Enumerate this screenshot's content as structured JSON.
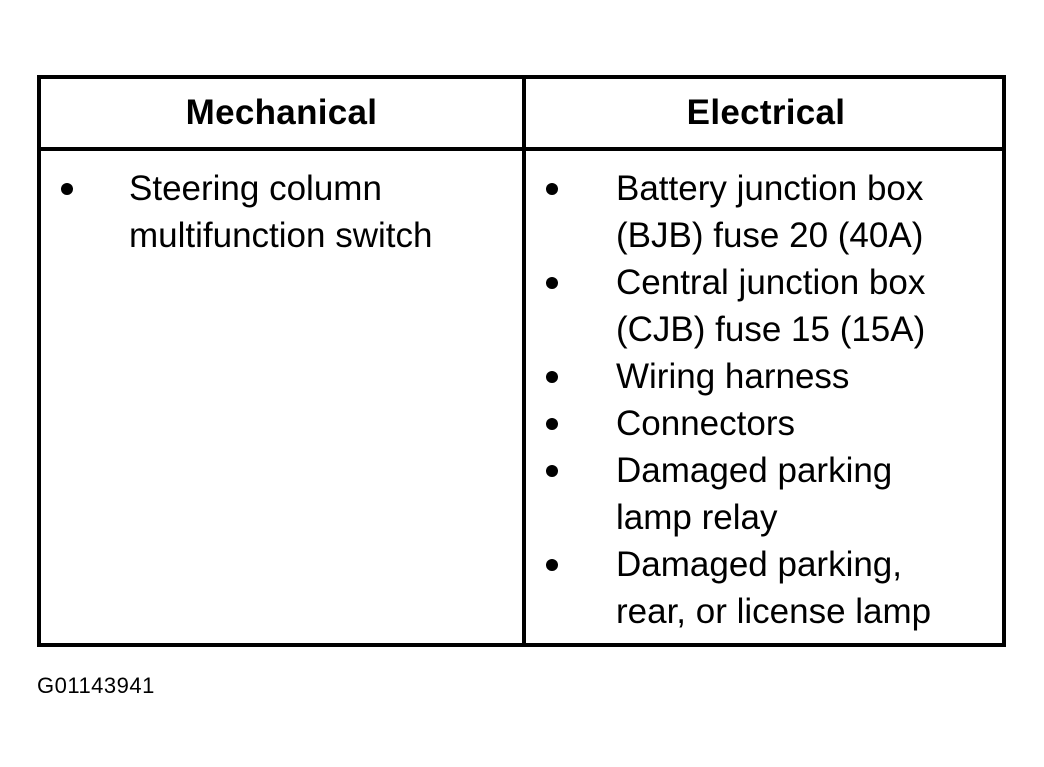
{
  "table": {
    "headers": {
      "mechanical": "Mechanical",
      "electrical": "Electrical"
    },
    "mechanical_items": [
      {
        "lines": [
          "Steering column",
          "multifunction switch"
        ]
      }
    ],
    "electrical_items": [
      {
        "lines": [
          "Battery junction box",
          "(BJB) fuse 20 (40A)"
        ]
      },
      {
        "lines": [
          "Central junction box",
          "(CJB) fuse 15 (15A)"
        ]
      },
      {
        "lines": [
          "Wiring harness"
        ]
      },
      {
        "lines": [
          "Connectors"
        ]
      },
      {
        "lines": [
          "Damaged parking",
          "lamp relay"
        ]
      },
      {
        "lines": [
          "Damaged parking,",
          "rear, or license lamp"
        ]
      }
    ]
  },
  "figure_id": "G01143941"
}
